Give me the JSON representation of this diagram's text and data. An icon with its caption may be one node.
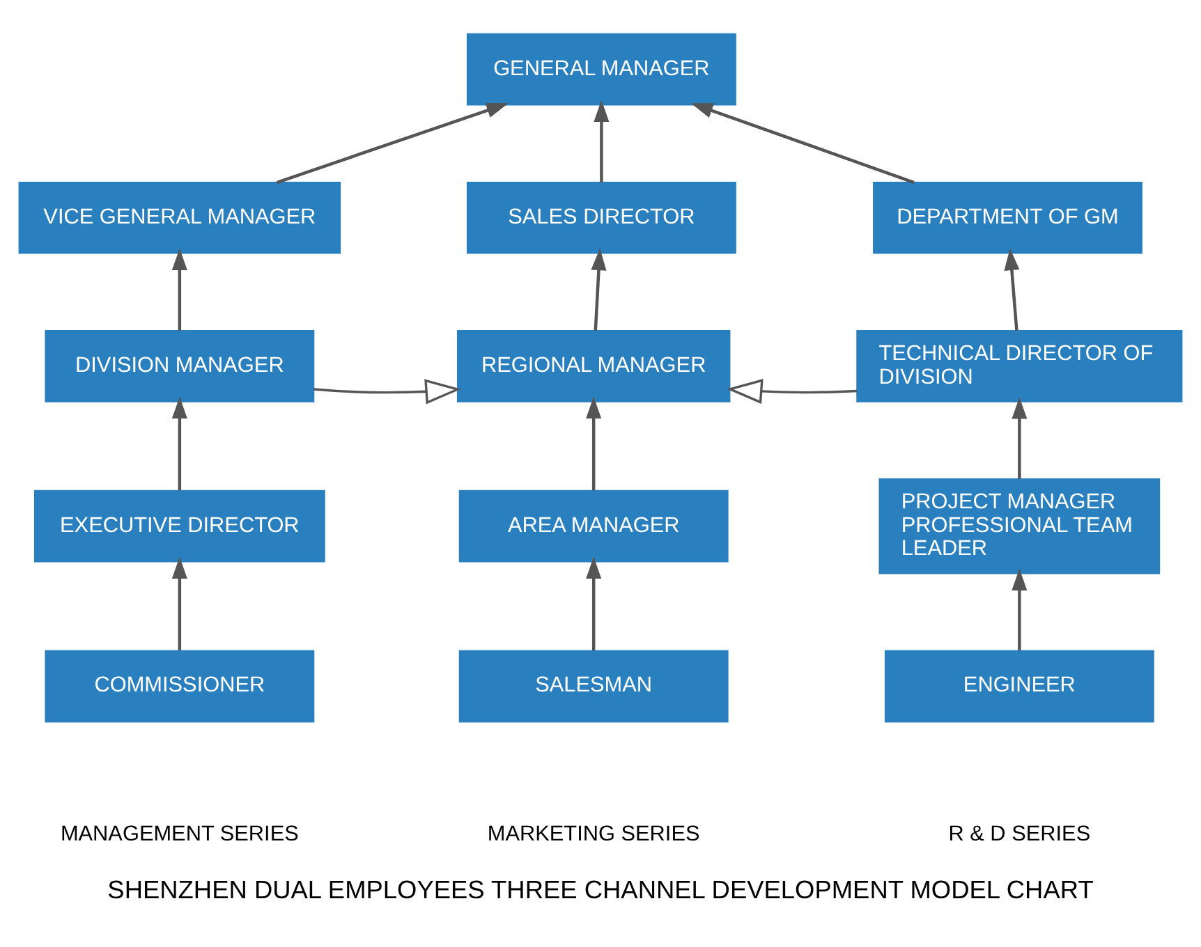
{
  "diagram": {
    "caption": "SHENZHEN DUAL EMPLOYEES THREE CHANNEL DEVELOPMENT MODEL CHART",
    "nodes": [
      {
        "text": [
          "GENERAL MANAGER"
        ]
      },
      {
        "text": [
          "VICE GENERAL MANAGER"
        ]
      },
      {
        "text": [
          "SALES DIRECTOR"
        ]
      },
      {
        "text": [
          "DEPARTMENT OF GM"
        ]
      },
      {
        "text": [
          "DIVISION MANAGER"
        ]
      },
      {
        "text": [
          "REGIONAL MANAGER"
        ]
      },
      {
        "text": [
          "TECHNICAL DIRECTOR OF DIVISION"
        ]
      },
      {
        "text": [
          "EXECUTIVE DIRECTOR"
        ]
      },
      {
        "text": [
          "AREA MANAGER"
        ]
      },
      {
        "text": [
          "PROJECT MANAGER PROFESSIONAL TEAM LEADER"
        ]
      },
      {
        "text": [
          "COMMISSIONER"
        ]
      },
      {
        "text": [
          "SALESMAN"
        ]
      },
      {
        "text": [
          "ENGINEER"
        ]
      }
    ],
    "edges": [
      {
        "from": 1,
        "to": 0,
        "arrow": "to"
      },
      {
        "from": 2,
        "to": 0,
        "arrow": "to"
      },
      {
        "from": 3,
        "to": 0,
        "arrow": "to"
      },
      {
        "from": 4,
        "to": 1,
        "arrow": "to"
      },
      {
        "from": 5,
        "to": 2,
        "arrow": "to"
      },
      {
        "from": 6,
        "to": 3,
        "arrow": "to"
      },
      {
        "from": 7,
        "to": 4,
        "arrow": "to"
      },
      {
        "from": 8,
        "to": 5,
        "arrow": "to"
      },
      {
        "from": 9,
        "to": 6,
        "arrow": "to"
      },
      {
        "from": 10,
        "to": 7,
        "arrow": "to"
      },
      {
        "from": 11,
        "to": 8,
        "arrow": "to"
      },
      {
        "from": 12,
        "to": 9,
        "arrow": "to"
      },
      {
        "from": 4,
        "to": 5,
        "arrow": "to"
      },
      {
        "from": 6,
        "to": 5,
        "arrow": "to"
      }
    ],
    "labels": [
      "MANAGEMENT SERIES",
      "MARKETING SERIES",
      "R & D SERIES"
    ]
  }
}
